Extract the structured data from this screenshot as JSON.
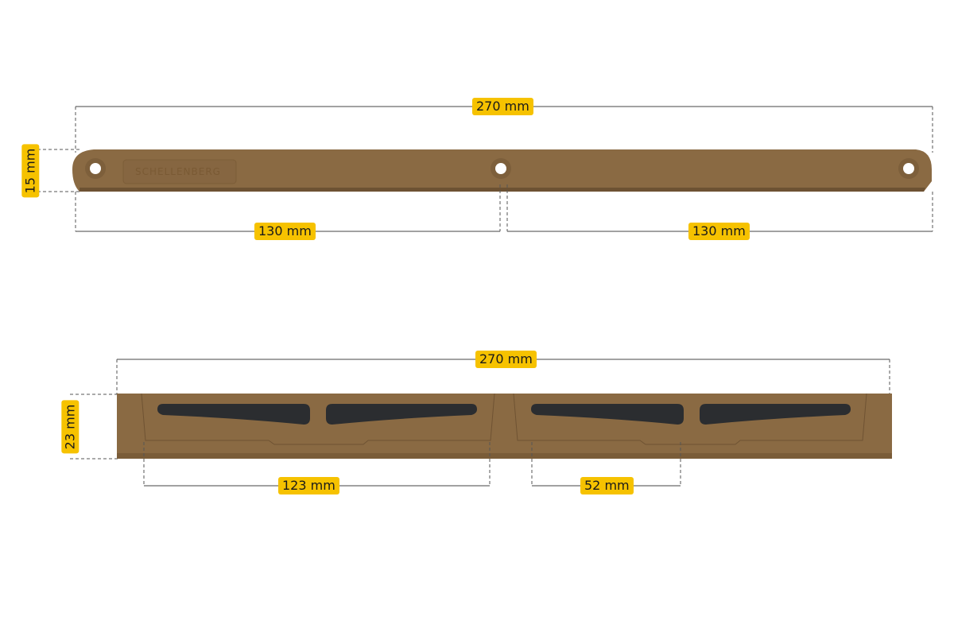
{
  "top_view": {
    "brand_text": "SCHELLENBERG",
    "dimensions": {
      "total_length": "270 mm",
      "height": "15 mm",
      "left_span": "130 mm",
      "right_span": "130 mm"
    }
  },
  "bottom_view": {
    "dimensions": {
      "total_length": "270 mm",
      "height": "23 mm",
      "slot_section": "123 mm",
      "slot_length": "52 mm"
    }
  },
  "colors": {
    "bar": "#8a6a43",
    "bar_shadow": "#6d5233",
    "slot": "#2b2d30",
    "label": "#f6c200"
  }
}
